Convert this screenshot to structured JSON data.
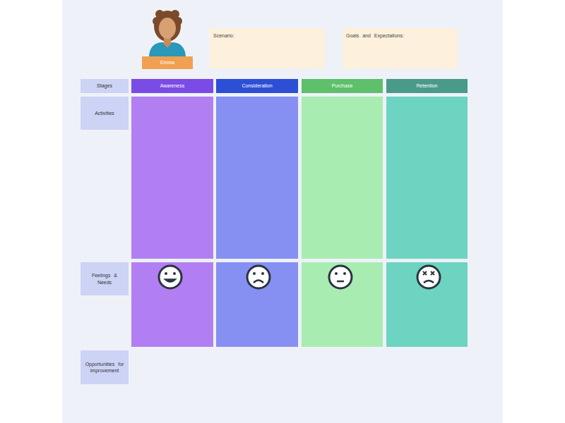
{
  "diagram": {
    "nodes": [
      {
        "text": [
          "Emma"
        ]
      },
      {
        "text": [
          "Scenario:"
        ]
      },
      {
        "text": [
          "Goals and Expectations:"
        ]
      },
      {
        "text": [
          "Stages"
        ]
      },
      {
        "text": [
          "Awareness"
        ]
      },
      {
        "text": [
          "Consideration"
        ]
      },
      {
        "text": [
          "Purchase"
        ]
      },
      {
        "text": [
          "Retention"
        ]
      },
      {
        "text": [
          "Activities"
        ]
      },
      {
        "text": [
          "Feelings & Needs"
        ]
      },
      {
        "text": [
          "Opportunities for improvement"
        ]
      }
    ]
  }
}
